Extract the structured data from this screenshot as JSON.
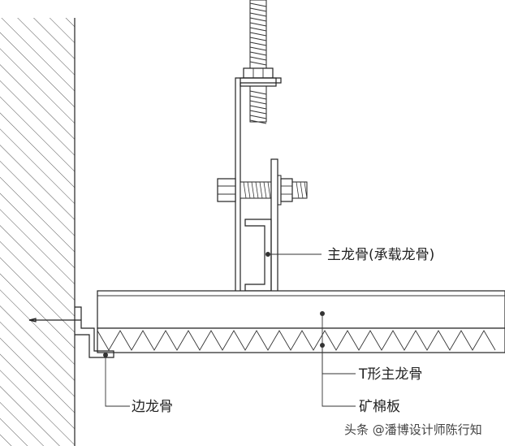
{
  "labels": {
    "main_runner": "主龙骨(承载龙骨)",
    "t_main_runner": "T形主龙骨",
    "mineral_board": "矿棉板",
    "edge_runner": "边龙骨"
  },
  "watermark": {
    "text": "头条 @潘博设计师陈行知"
  }
}
